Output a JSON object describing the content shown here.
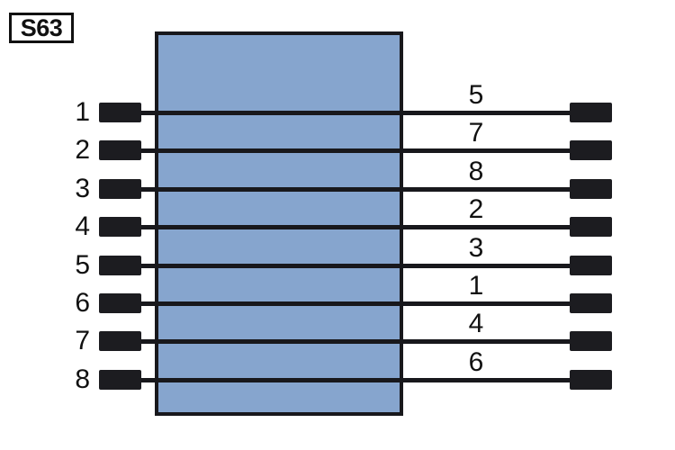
{
  "diagram": {
    "tag": {
      "label": "S63"
    },
    "device": {
      "name": "connector-body",
      "fill_color": "#86a5ce",
      "border_color": "#18181c"
    },
    "rows": [
      {
        "left_pin": "1",
        "right_pin": "5"
      },
      {
        "left_pin": "2",
        "right_pin": "7"
      },
      {
        "left_pin": "3",
        "right_pin": "8"
      },
      {
        "left_pin": "4",
        "right_pin": "2"
      },
      {
        "left_pin": "5",
        "right_pin": "3"
      },
      {
        "left_pin": "6",
        "right_pin": "1"
      },
      {
        "left_pin": "7",
        "right_pin": "4"
      },
      {
        "left_pin": "8",
        "right_pin": "6"
      }
    ]
  }
}
